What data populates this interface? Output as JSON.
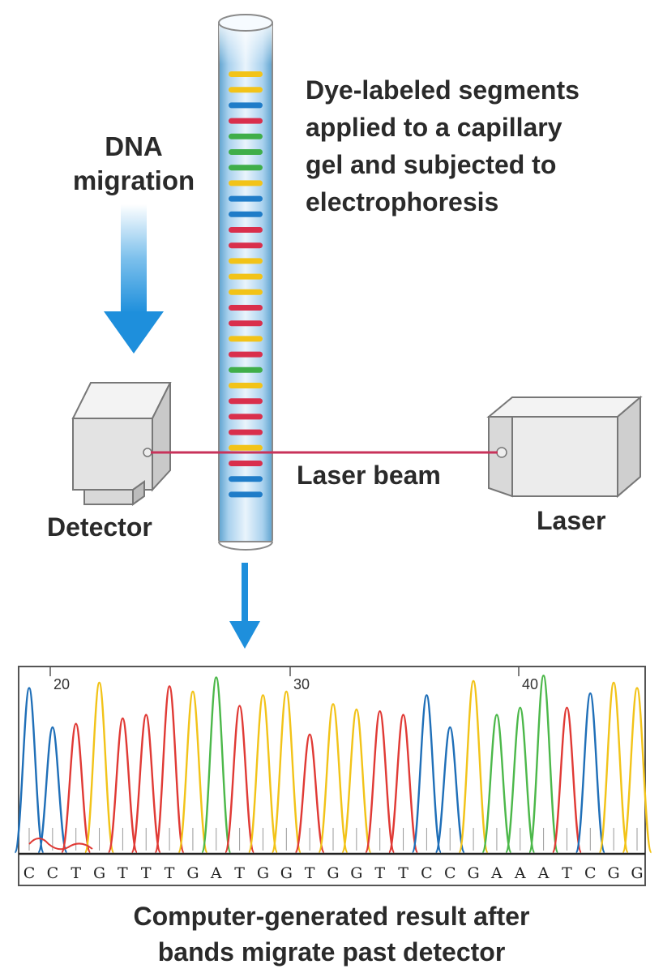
{
  "labels": {
    "dna_migration_line1": "DNA",
    "dna_migration_line2": "migration",
    "dye_line1": "Dye-labeled segments",
    "dye_line2": "applied to a capillary",
    "dye_line3": "gel and subjected to",
    "dye_line4": "electrophoresis",
    "detector": "Detector",
    "laser_beam": "Laser beam",
    "laser": "Laser",
    "caption_line1": "Computer-generated result after",
    "caption_line2": "bands migrate past detector"
  },
  "capillary": {
    "band_colors_top_to_bottom": [
      "yellow",
      "yellow",
      "blue",
      "red",
      "green",
      "green",
      "green",
      "yellow",
      "blue",
      "blue",
      "red",
      "red",
      "yellow",
      "yellow",
      "yellow",
      "red",
      "red",
      "yellow",
      "red",
      "green",
      "yellow",
      "red",
      "red",
      "red",
      "yellow",
      "red",
      "blue",
      "blue"
    ]
  },
  "colors": {
    "A": "#4cb84a",
    "C": "#1f6fb8",
    "G": "#f2c318",
    "T": "#e03a35",
    "beam": "#c8325a",
    "arrow": "#1e8fdc"
  },
  "chromatogram": {
    "position_ticks": [
      "20",
      "30",
      "40"
    ],
    "sequence": [
      "C",
      "C",
      "T",
      "G",
      "T",
      "T",
      "T",
      "G",
      "A",
      "T",
      "G",
      "G",
      "T",
      "G",
      "G",
      "T",
      "T",
      "C",
      "C",
      "G",
      "A",
      "A",
      "A",
      "T",
      "C",
      "G",
      "G"
    ],
    "peak_heights": [
      0.92,
      0.7,
      0.72,
      0.95,
      0.75,
      0.77,
      0.93,
      0.9,
      0.98,
      0.82,
      0.88,
      0.9,
      0.66,
      0.83,
      0.8,
      0.79,
      0.77,
      0.88,
      0.7,
      0.96,
      0.77,
      0.81,
      0.99,
      0.81,
      0.89,
      0.95,
      0.92
    ]
  }
}
